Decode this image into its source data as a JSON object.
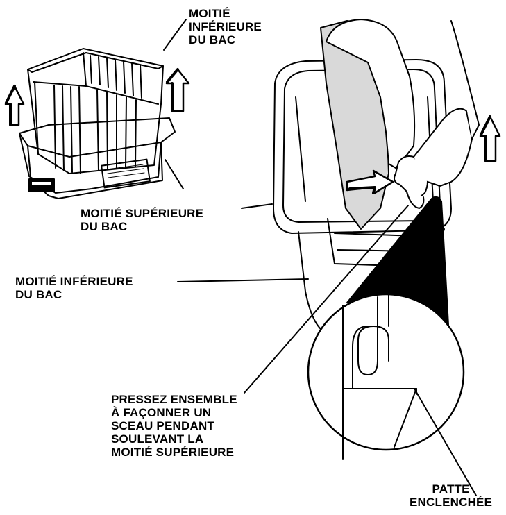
{
  "labels": {
    "upper_top_half": [
      "MOITIÉ",
      "INFÉRIEURE",
      "DU BAC"
    ],
    "upper_half": [
      "MOITIÉ SUPÉRIEURE",
      "DU BAC"
    ],
    "lower_half": [
      "MOITIÉ INFÉRIEURE",
      "DU BAC"
    ],
    "instruction": [
      "PRESSEZ ENSEMBLE",
      "À FAÇONNER UN",
      "SCEAU PENDANT",
      "SOULEVANT LA",
      "MOITIÉ SUPÉRIEURE"
    ],
    "tab": [
      "PATTE",
      "ENCLENCHÉE"
    ]
  },
  "colors": {
    "ink": "#000000",
    "sleeve": "#d9d9d9",
    "paper": "#ffffff"
  },
  "icons": [
    "up-arrow-icon",
    "up-arrow-icon",
    "up-arrow-icon",
    "push-arrow-icon"
  ]
}
